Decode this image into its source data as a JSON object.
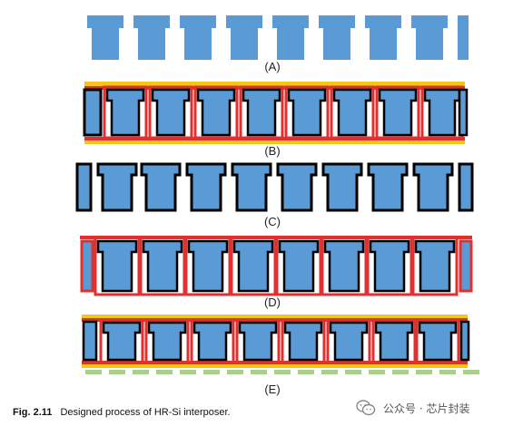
{
  "panels": [
    {
      "id": "A",
      "label": "(A)"
    },
    {
      "id": "B",
      "label": "(B)"
    },
    {
      "id": "C",
      "label": "(C)"
    },
    {
      "id": "D",
      "label": "(D)"
    },
    {
      "id": "E",
      "label": "(E)"
    }
  ],
  "caption": {
    "fig": "Fig. 2.11",
    "text": "Designed process of HR-Si interposer."
  },
  "watermark": {
    "text": "公众号 · 芯片封装",
    "icon": "wechat-icon"
  },
  "colors": {
    "silicon": "#5b9bd5",
    "dielectric": "#000000",
    "barrier_red": "#e03030",
    "seed_yellow": "#f5c518",
    "bond_green": "#a8d08d"
  }
}
